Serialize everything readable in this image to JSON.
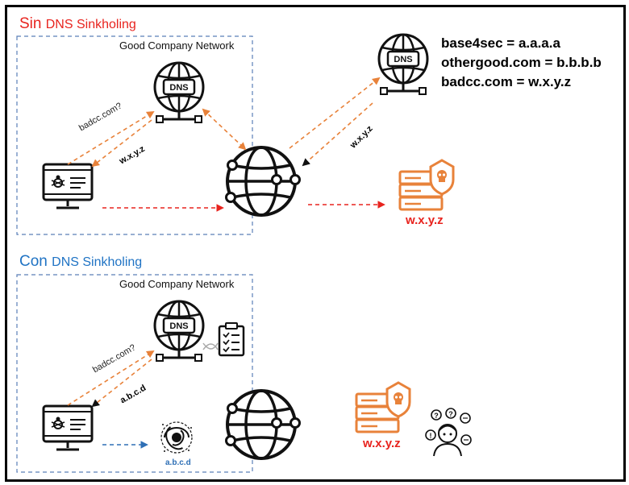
{
  "sections": {
    "without": {
      "prefix": "Sin",
      "title": "DNS Sinkholing",
      "network_label": "Good Company Network"
    },
    "with": {
      "prefix": "Con",
      "title": "DNS Sinkholing",
      "network_label": "Good Company Network"
    }
  },
  "dns_label": "DNS",
  "dns_records": [
    "base4sec = a.a.a.a",
    "othergood.com = b.b.b.b",
    "badcc.com = w.x.y.z"
  ],
  "labels": {
    "query_top": "badcc.com?",
    "answer_top": "w.x.y.z",
    "answer_external": "w.x.y.z",
    "server_ip_top": "w.x.y.z",
    "query_bottom": "badcc.com?",
    "answer_bottom": "a.b.c.d",
    "sinkhole_ip": "a.b.c.d",
    "server_ip_bottom": "w.x.y.z"
  },
  "colors": {
    "red": "#e8231e",
    "orange": "#e8823a",
    "blue": "#2e6fb5",
    "black": "#111111"
  }
}
